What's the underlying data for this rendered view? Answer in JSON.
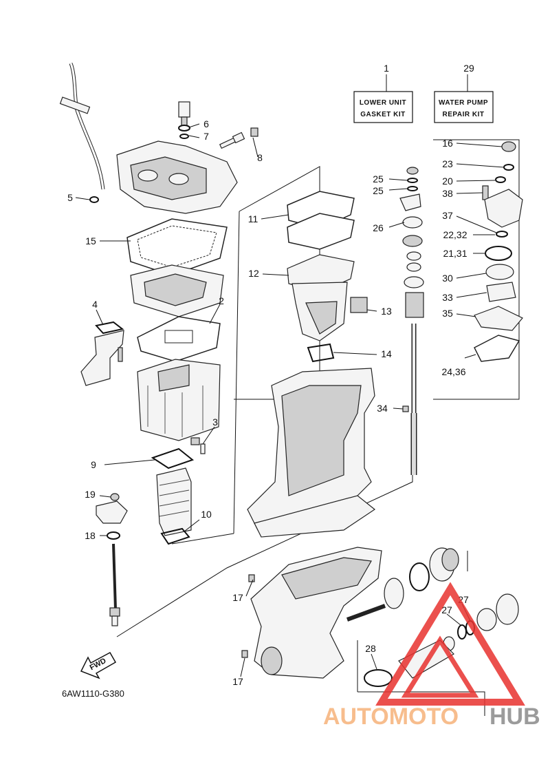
{
  "diagram_code": "6AW1110-G380",
  "fwd_label": "FWD",
  "kits": [
    {
      "number": "1",
      "line1": "LOWER UNIT",
      "line2": "GASKET KIT"
    },
    {
      "number": "29",
      "line1": "WATER PUMP",
      "line2": "REPAIR KIT"
    }
  ],
  "callouts": {
    "c2": "2",
    "c3": "3",
    "c4": "4",
    "c5": "5",
    "c6": "6",
    "c7": "7",
    "c8": "8",
    "c9": "9",
    "c10": "10",
    "c11": "11",
    "c12": "12",
    "c13": "13",
    "c14": "14",
    "c15": "15",
    "c16": "16",
    "c17a": "17",
    "c17b": "17",
    "c18": "18",
    "c19": "19",
    "c20": "20",
    "c21_31": "21,31",
    "c22_32": "22,32",
    "c23": "23",
    "c24_36": "24,36",
    "c25a": "25",
    "c25b": "25",
    "c26": "26",
    "c27a": "27",
    "c27b": "27",
    "c28": "28",
    "c30": "30",
    "c33": "33",
    "c34": "34",
    "c35": "35",
    "c37": "37",
    "c38": "38"
  },
  "watermark": {
    "part1": "AUTOMOTO",
    "part2": "HUB",
    "color1": "#f6b27a",
    "color2": "#8a8a8a",
    "triangle_color": "#e8322f"
  }
}
